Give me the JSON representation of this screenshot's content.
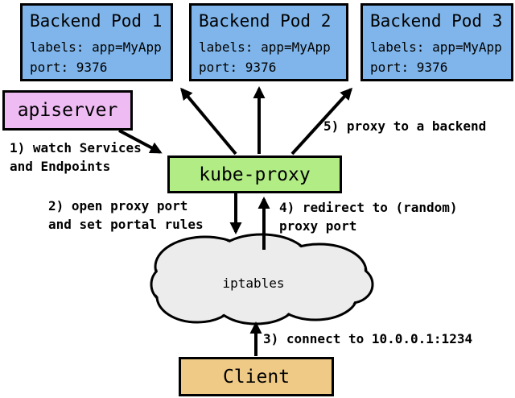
{
  "nodes": {
    "pods": [
      {
        "title": "Backend Pod 1",
        "line1": "labels: app=MyApp",
        "line2": "port: 9376"
      },
      {
        "title": "Backend Pod 2",
        "line1": "labels: app=MyApp",
        "line2": "port: 9376"
      },
      {
        "title": "Backend Pod 3",
        "line1": "labels: app=MyApp",
        "line2": "port: 9376"
      }
    ],
    "apiserver": {
      "label": "apiserver"
    },
    "kube_proxy": {
      "label": "kube-proxy"
    },
    "iptables": {
      "label": "iptables"
    },
    "client": {
      "label": "Client"
    }
  },
  "annotations": {
    "step1": {
      "line1": "1) watch Services",
      "line2": "and Endpoints"
    },
    "step2": {
      "line1": "2) open proxy port",
      "line2": "and set portal rules"
    },
    "step3": {
      "line1": "3) connect to 10.0.0.1:1234"
    },
    "step4": {
      "line1": "4) redirect to (random)",
      "line2": "proxy port"
    },
    "step5": {
      "line1": "5) proxy to a backend"
    }
  },
  "colors": {
    "pod_fill": "#7fb5ea",
    "apiserver_fill": "#eebbf3",
    "kube_proxy_fill": "#b1ec85",
    "client_fill": "#efca86",
    "cloud_fill": "#ececec",
    "border": "#000000",
    "background": "#ffffff"
  }
}
